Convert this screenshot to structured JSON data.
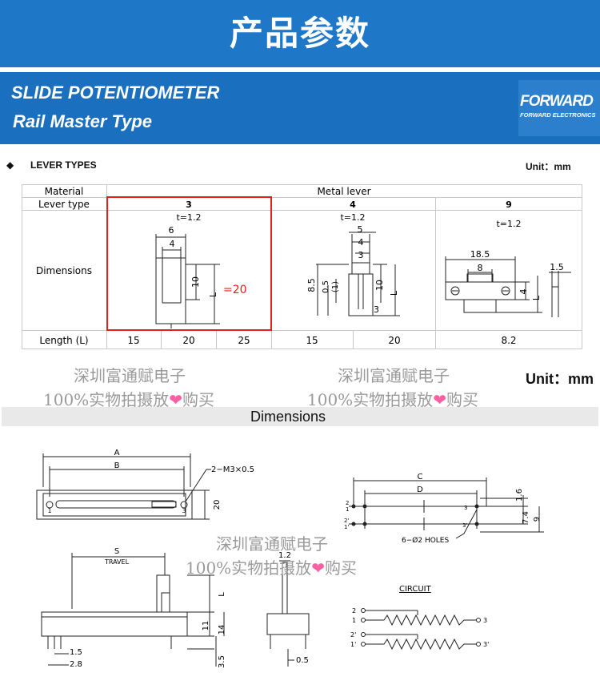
{
  "page_title": "产品参数",
  "banner": {
    "title": "SLIDE POTENTIOMETER",
    "subtitle": "Rail Master Type",
    "logo": "FORWARD",
    "logo_sub": "FORWARD ELECTRONICS"
  },
  "lever_section": {
    "heading": "LEVER TYPES",
    "bullet": "◆",
    "unit": "Unit：mm"
  },
  "table": {
    "material_label": "Material",
    "material_value": "Metal lever",
    "lever_type_label": "Lever type",
    "dimensions_label": "Dimensions",
    "length_label": "Length (L)",
    "types": [
      "3",
      "4",
      "9"
    ],
    "thickness": [
      "t=1.2",
      "t=1.2",
      "t=1.2"
    ],
    "lengths": [
      "15",
      "20",
      "25",
      "15",
      "20",
      "8.2"
    ],
    "highlight_note": "=20",
    "lever3_dims": [
      "6",
      "4",
      "10",
      "L"
    ],
    "lever4_dims": [
      "5",
      "4",
      "3",
      "8.5",
      "0.5",
      "(1)",
      "10",
      "L",
      "3"
    ],
    "lever9_dims": [
      "18.5",
      "8",
      "1.5",
      "4",
      "L"
    ]
  },
  "watermarks": {
    "line1": "深圳富通赋电子",
    "line2_prefix": "100%实物拍摄放",
    "heart": "❤",
    "line2_suffix": "购买"
  },
  "unit_right": "Unit：mm",
  "dimensions_heading": "Dimensions",
  "drawing": {
    "top": {
      "A": "A",
      "B": "B",
      "screws": "2−M3×0.5",
      "height": "20",
      "pin1": "1",
      "pin3": "3"
    },
    "side": {
      "S": "S",
      "travel": "TRAVEL",
      "L": "L",
      "h11": "11",
      "h14": "14",
      "d15": "1.5",
      "d28": "2.8",
      "d35": "3.5"
    },
    "end": {
      "w12": "1.2",
      "d05": "0.5"
    },
    "footprint": {
      "C": "C",
      "D": "D",
      "h16": "1.6",
      "h74": "7.4",
      "h9": "9",
      "holes": "6−Ø2 HOLES",
      "left_pins": [
        "2",
        "1",
        "2'",
        "1'"
      ],
      "right_pins": [
        "3",
        "3'"
      ]
    },
    "circuit": {
      "title": "CIRCUIT",
      "left": [
        "2",
        "1",
        "2'",
        "1'"
      ],
      "right": [
        "3",
        "3'"
      ]
    }
  },
  "colors": {
    "title_bg": "#1f77c8",
    "banner_bg": "#1b6fbf",
    "highlight": "#e02020",
    "watermark": "#9a9a9a",
    "heart": "#ff5fa2"
  }
}
